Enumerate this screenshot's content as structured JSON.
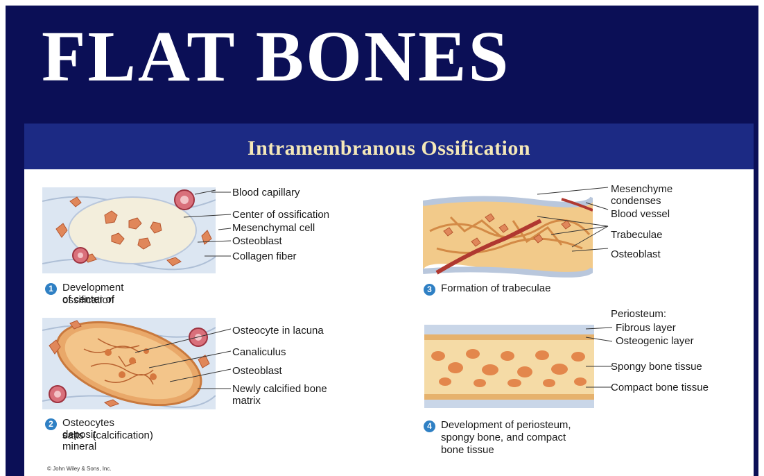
{
  "title": "FLAT BONES",
  "subtitle": "Intramembranous Ossification",
  "panels": [
    {
      "step": "1",
      "caption": "Development of center of ossification",
      "labels": [
        "Blood capillary",
        "Center of ossification",
        "Mesenchymal cell",
        "Osteoblast",
        "Collagen fiber"
      ]
    },
    {
      "step": "2",
      "caption": "Osteocytes deposit mineral salts (calcification)",
      "caption_lines": [
        "Osteocytes deposit mineral",
        "salts   (calcification)"
      ],
      "labels": [
        "Osteocyte in lacuna",
        "Canaliculus",
        "Osteoblast",
        "Newly calcified bone",
        "matrix"
      ]
    },
    {
      "step": "3",
      "caption": "Formation of trabeculae",
      "labels": [
        "Mesenchyme",
        "condenses",
        "Blood vessel",
        "Trabeculae",
        "Osteoblast"
      ]
    },
    {
      "step": "4",
      "caption_lines": [
        "Development of periosteum,",
        "spongy bone, and compact",
        "bone tissue"
      ],
      "labels": [
        "Periosteum:",
        "Fibrous layer",
        "Osteogenic layer",
        "Spongy bone tissue",
        "Compact bone tissue"
      ]
    }
  ],
  "caption1_lines": [
    "Development of center of",
    "ossification"
  ],
  "copyright": "© John Wiley & Sons, Inc.",
  "colors": {
    "background": "#0b0f56",
    "banner": "#1c2a84",
    "title_text": "#ffffff",
    "subtitle_text": "#f4e8b8",
    "step_badge": "#2f80c4"
  }
}
